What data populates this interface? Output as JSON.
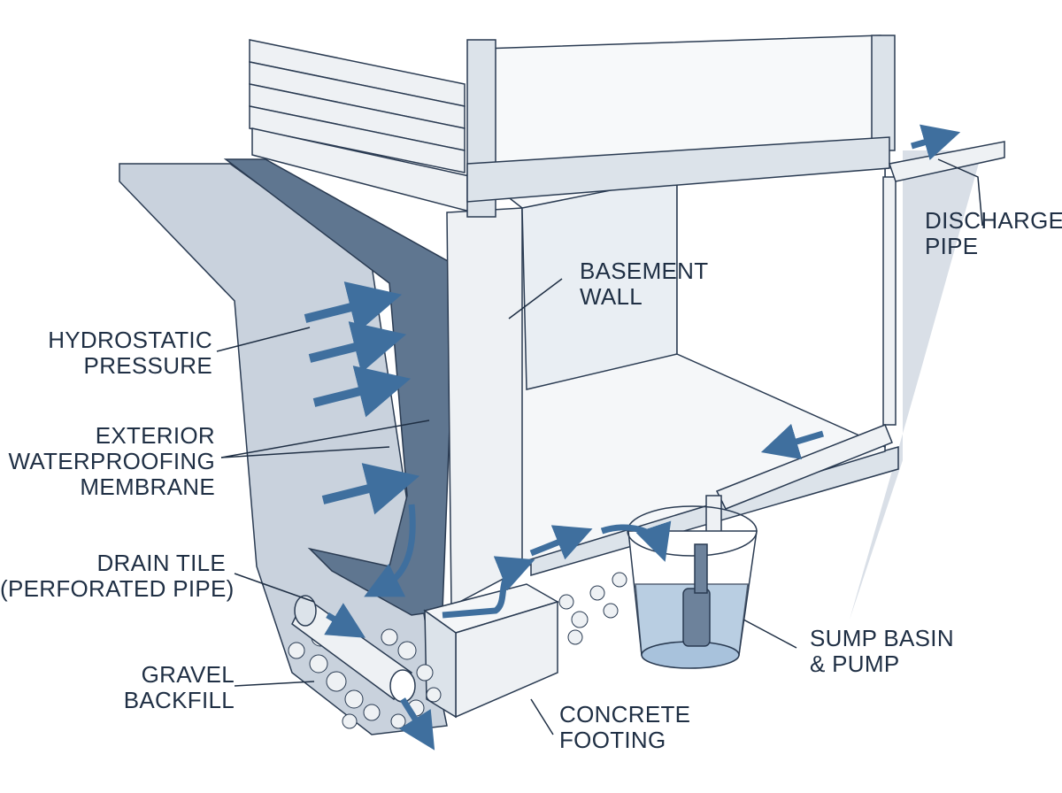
{
  "labels": {
    "hydrostatic_pressure": [
      "HYDROSTATIC",
      "PRESSURE"
    ],
    "exterior_membrane": [
      "EXTERIOR",
      "WATERPROOFING",
      "MEMBRANE"
    ],
    "drain_tile": [
      "DRAIN TILE",
      "(PERFORATED PIPE)"
    ],
    "gravel_backfill": [
      "GRAVEL",
      "BACKFILL"
    ],
    "basement_wall": [
      "BASEMENT",
      "WALL"
    ],
    "discharge_pipe": [
      "DISCHARGE",
      "PIPE"
    ],
    "sump_basin": [
      "SUMP BASIN",
      "& PUMP"
    ],
    "concrete_footing": [
      "CONCRETE",
      "FOOTING"
    ]
  },
  "colors": {
    "soil": "#c9d2dd",
    "membrane": "#5f7690",
    "concrete": "#eef1f4",
    "water_arrow": "#3f6f9e",
    "outline": "#2a3b52",
    "water": "#a8c2dc"
  }
}
